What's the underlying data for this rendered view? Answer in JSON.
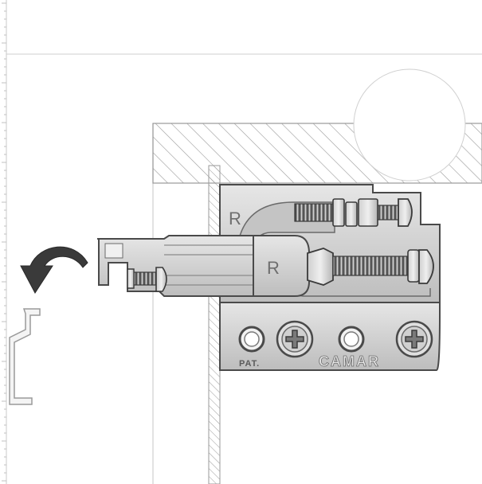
{
  "diagram": {
    "labels": {
      "upper_letter": "R",
      "lower_letter": "R",
      "patent_mark": "PAT.",
      "brand": "CAMAR"
    },
    "icons": {
      "arrow": "curved-arrow-icon",
      "screw": "phillips-screw-icon"
    },
    "colors": {
      "metal_light": "#d8d8d8",
      "metal_mid": "#b9b9b9",
      "metal_dark": "#8a8a8a",
      "outline": "#4a4a4a",
      "arrow": "#3a3a3a",
      "line": "#bdbdbd"
    }
  }
}
